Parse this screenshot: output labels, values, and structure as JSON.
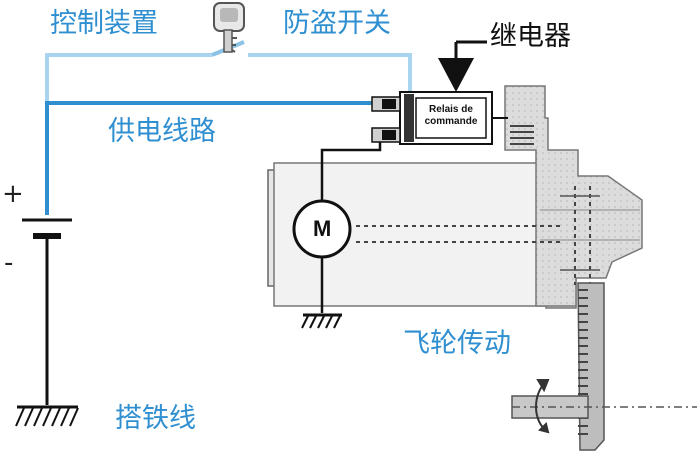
{
  "labels": {
    "control_device": "控制装置",
    "anti_theft_switch": "防盗开关",
    "relay": "继电器",
    "supply_line": "供电线路",
    "flywheel_drive": "飞轮传动",
    "ground_wire": "搭铁线"
  },
  "relay_box": {
    "line1": "Relais de",
    "line2": "commande"
  },
  "motor": {
    "letter": "M"
  },
  "battery": {
    "positive": "+",
    "negative": "-"
  },
  "colors": {
    "label_blue": "#2f8fd0",
    "wire_light_blue": "#a8d4f0",
    "wire_blue": "#2f8fd0",
    "metal_gray": "#c9c9c9",
    "line_black": "#111111"
  }
}
